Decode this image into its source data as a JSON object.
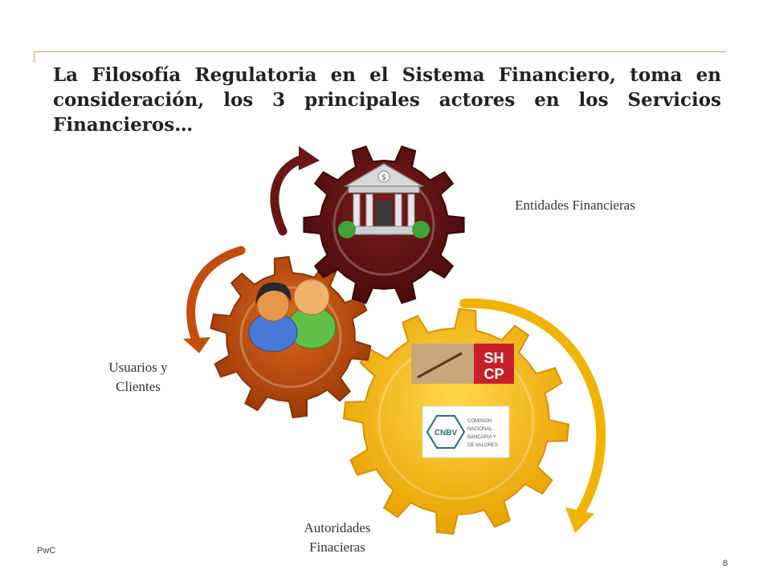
{
  "slide": {
    "title": "La Filosofía Regulatoria en el Sistema Financiero, toma en consideración, los 3 principales actores en los Servicios Financieros…",
    "labels": {
      "entidades": "Entidades Financieras",
      "usuarios_line1": "Usuarios y",
      "usuarios_line2": "Clientes",
      "autoridades_line1": "Autoridades",
      "autoridades_line2": "Finacieras"
    },
    "logos": {
      "shcp_top": "SH",
      "shcp_bottom": "CP",
      "cnbv_acronym": "CNBV",
      "cnbv_line1": "COMISION",
      "cnbv_line2": "NACIONAL",
      "cnbv_line3": "BANCARIA Y",
      "cnbv_line4": "DE VALORES",
      "bank_sign": "$"
    },
    "footer": {
      "brand": "PwC",
      "page_number": "8"
    }
  },
  "colors": {
    "gear_yellow": "#f2b705",
    "gear_orange": "#b84a0c",
    "gear_maroon": "#5c1212",
    "accent_rule": "#c9a76a",
    "shcp_red": "#c8202a"
  }
}
